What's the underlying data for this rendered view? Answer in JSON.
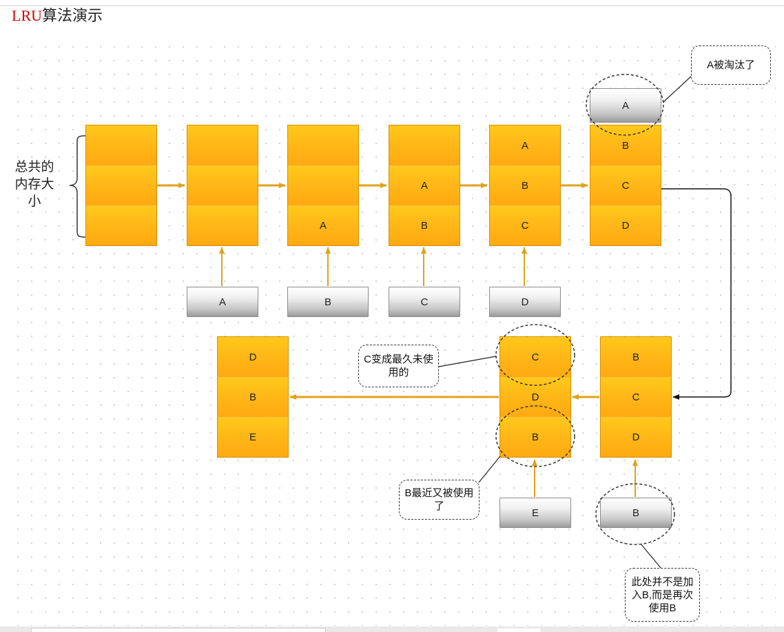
{
  "title": {
    "prefix": "LRU",
    "rest": "算法演示"
  },
  "side_label": "总共的内存大小",
  "stacks": [
    {
      "id": "s1",
      "cells": [
        "",
        "",
        ""
      ]
    },
    {
      "id": "s2",
      "cells": [
        "",
        "",
        ""
      ]
    },
    {
      "id": "s3",
      "cells": [
        "",
        "",
        "A"
      ]
    },
    {
      "id": "s4",
      "cells": [
        "",
        "A",
        "B"
      ]
    },
    {
      "id": "s5",
      "cells": [
        "A",
        "B",
        "C"
      ]
    },
    {
      "id": "s6",
      "cells": [
        "B",
        "C",
        "D"
      ]
    },
    {
      "id": "s7",
      "cells": [
        "B",
        "C",
        "D"
      ]
    },
    {
      "id": "s8",
      "cells": [
        "C",
        "D",
        "B"
      ]
    },
    {
      "id": "s9",
      "cells": [
        "D",
        "B",
        "E"
      ]
    }
  ],
  "inputs": [
    "A",
    "B",
    "C",
    "D",
    "B",
    "E"
  ],
  "evicted": "A",
  "notes": {
    "evicted": "A被淘汰了",
    "c_lru": "C变成最久未使用的",
    "b_reused": "B最近又被使用了",
    "not_added": "此处并不是加入B,而是再次使用B"
  }
}
